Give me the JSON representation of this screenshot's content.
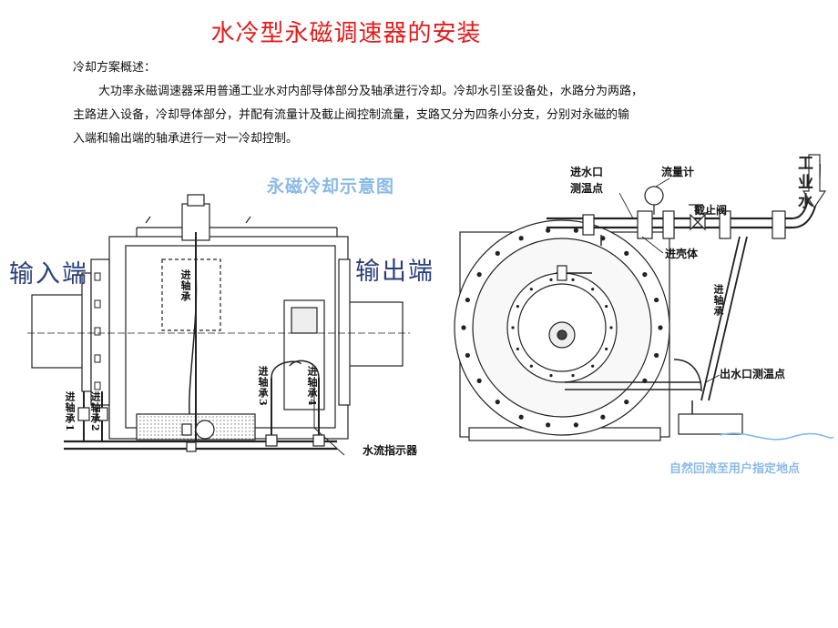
{
  "title": "水冷型永磁调速器的安装",
  "intro": {
    "heading": "冷却方案概述：",
    "lines": [
      "大功率永磁调速器采用普通工业水对内部导体部分及轴承进行冷却。冷却水引至设备处，水路分为两路，",
      "主路进入设备，冷却导体部分，并配有流量计及截止阀控制流量，支路又分为四条小分支，分别对永磁的输",
      "入端和输出端的轴承进行一对一冷却控制。"
    ]
  },
  "left_diagram": {
    "title": "永磁冷却示意图",
    "input_label": "输入端",
    "output_label": "输出端",
    "bearing_labels": [
      "进轴承",
      "进轴承1",
      "进轴承2",
      "进轴承3",
      "进轴承4"
    ],
    "flow_indicator": "水流指示器"
  },
  "right_diagram": {
    "inlet_temp": [
      "进水口",
      "测温点"
    ],
    "flow_meter": "流量计",
    "stop_valve": "截止阀",
    "into_shell": "进壳体",
    "into_bearing": "进轴承",
    "outlet_temp": "出水口测温点",
    "industrial_water": "工业水",
    "return_note": "自然回流至用户指定地点"
  }
}
